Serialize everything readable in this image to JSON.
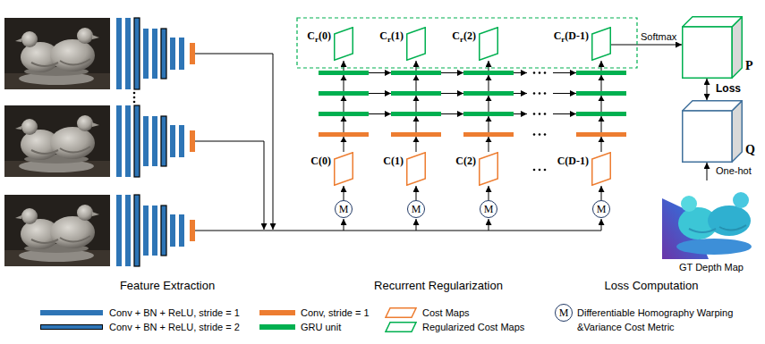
{
  "diagram": {
    "nodes": [
      {
        "text": [
          "Cr(0)"
        ]
      },
      {
        "text": [
          "Cr(1)"
        ]
      },
      {
        "text": [
          "Cr(2)"
        ]
      },
      {
        "text": [
          "Cr(D-1)"
        ]
      },
      {
        "text": [
          "P"
        ]
      },
      {
        "text": [
          "Q"
        ]
      },
      {
        "text": [
          "C(0)"
        ]
      },
      {
        "text": [
          "C(1)"
        ]
      },
      {
        "text": [
          "C(2)"
        ]
      },
      {
        "text": [
          "C(D-1)"
        ]
      },
      {
        "text": [
          "GT Depth Map"
        ]
      },
      {
        "text": [
          "M"
        ]
      },
      {
        "text": [
          "M"
        ]
      },
      {
        "text": [
          "M"
        ]
      },
      {
        "text": [
          "M"
        ]
      }
    ],
    "edges": [
      {
        "from": 11,
        "to": 6,
        "arrow": "to"
      },
      {
        "from": 12,
        "to": 7,
        "arrow": "to"
      },
      {
        "from": 13,
        "to": 8,
        "arrow": "to"
      },
      {
        "from": 14,
        "to": 9,
        "arrow": "to"
      },
      {
        "from": 6,
        "to": 0,
        "arrow": "to"
      },
      {
        "from": 7,
        "to": 1,
        "arrow": "to"
      },
      {
        "from": 8,
        "to": 2,
        "arrow": "to"
      },
      {
        "from": 9,
        "to": 3,
        "arrow": "to"
      },
      {
        "from": 3,
        "to": 4,
        "label": "Softmax",
        "arrow": "to"
      },
      {
        "from": 4,
        "to": 5,
        "label": "Loss",
        "arrow": "both"
      },
      {
        "from": 10,
        "to": 5,
        "label": "One-hot",
        "arrow": "to"
      }
    ],
    "labels": [
      "Feature Extraction",
      "Recurrent  Regularization",
      "Loss Computation",
      "M"
    ],
    "legend": [
      {
        "text": "Conv + BN + ReLU, stride = 1",
        "color": "#2e75b6"
      },
      {
        "text": "Conv + BN + ReLU, stride = 2",
        "color": "#2e75b6"
      },
      {
        "text": "Conv, stride = 1",
        "color": "#ed7d31"
      },
      {
        "text": "GRU unit",
        "color": "#00b050"
      },
      {
        "text": "Cost Maps"
      },
      {
        "text": "Regularized Cost Maps"
      },
      {
        "text": "Differentiable Homography Warping &Variance Cost Metric"
      }
    ]
  }
}
